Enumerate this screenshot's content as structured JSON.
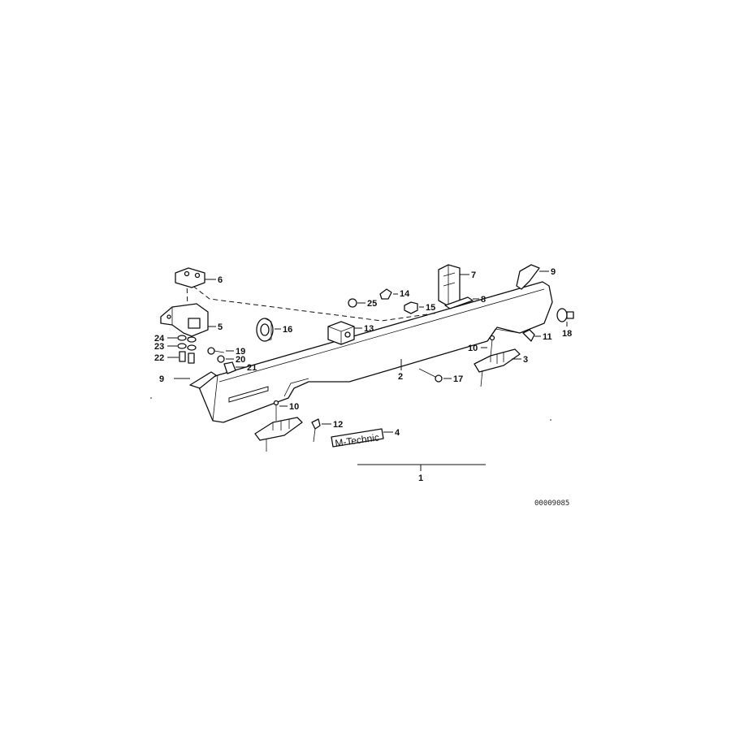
{
  "diagram": {
    "drawing_code": "00009085",
    "badge_text": "M-Technic",
    "labels": {
      "p1": "1",
      "p2": "2",
      "p3": "3",
      "p4": "4",
      "p5": "5",
      "p6": "6",
      "p7": "7",
      "p8": "8",
      "p9a": "9",
      "p9b": "9",
      "p10a": "10",
      "p10b": "10",
      "p11": "11",
      "p12": "12",
      "p13": "13",
      "p14": "14",
      "p15": "15",
      "p16": "16",
      "p17": "17",
      "p18": "18",
      "p19": "19",
      "p20": "20",
      "p21": "21",
      "p22": "22",
      "p23": "23",
      "p24": "24",
      "p25": "25"
    }
  }
}
